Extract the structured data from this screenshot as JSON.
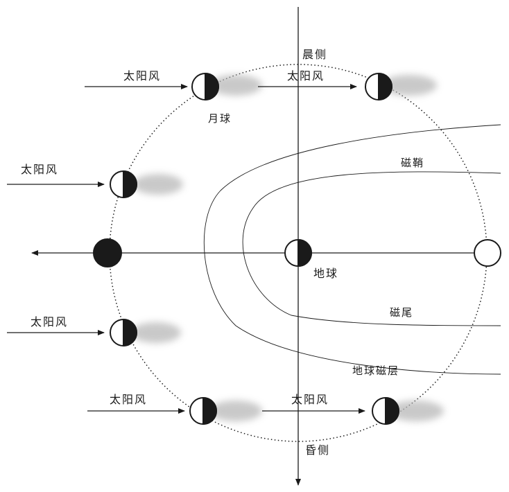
{
  "labels": {
    "dawn_side": "晨侧",
    "dusk_side": "昏侧",
    "earth": "地球",
    "moon": "月球",
    "magnetosheath": "磁鞘",
    "magnetotail": "磁尾",
    "magnetosphere": "地球磁层",
    "solar_wind": "太阳风"
  },
  "colors": {
    "line": "#1a1a1a",
    "wake": "#b8b8b8",
    "background": "#ffffff"
  }
}
